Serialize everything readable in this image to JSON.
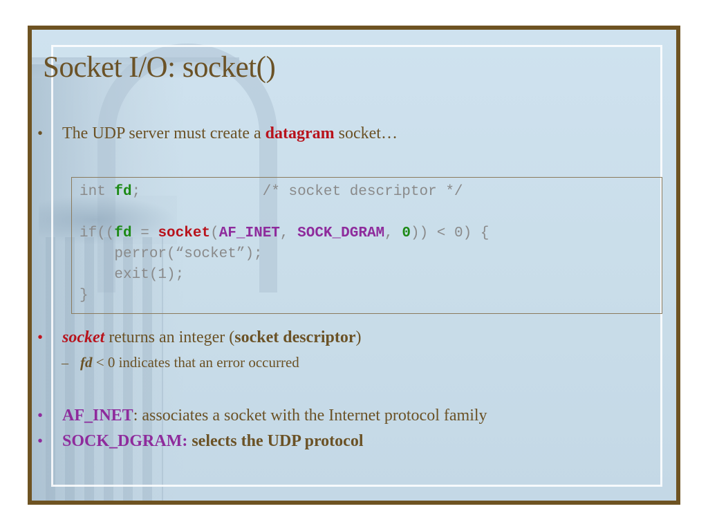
{
  "title": "Socket I/O: socket()",
  "colors": {
    "frame": "#6e5322",
    "title": "#6b5226",
    "red": "#b8131c",
    "purple": "#8e2b9c",
    "green": "#1d8a16",
    "code_gray": "#8a8a8a",
    "background": "#cfe2ef"
  },
  "bullet1": {
    "bullet": "•",
    "pre": "The UDP server must create a ",
    "emph": "datagram",
    "post": " socket…"
  },
  "code": {
    "line1": {
      "pre": "int ",
      "fd": "fd",
      "post": ";              /* socket descriptor */"
    },
    "line3": {
      "a": "if((",
      "fd": "fd",
      "b": " = ",
      "socket": "socket",
      "c": "(",
      "af": "AF_INET",
      "d": ", ",
      "sock": "SOCK_DGRAM",
      "e": ", ",
      "zero": "0",
      "f": ")) < 0) {"
    },
    "line4": "    perror(“socket”);",
    "line5": "    exit(1);",
    "line6": "}"
  },
  "bullet2": {
    "bullet": "•",
    "emph": "socket",
    "pre": " returns an integer (",
    "bold": "socket descriptor",
    "post": ")"
  },
  "bullet2_sub": {
    "dash": "–",
    "emph": "fd",
    "post": " < 0 indicates that an error occurred"
  },
  "bullet3": {
    "bullet": "•",
    "emph": "AF_INET",
    "post": ": associates a socket with the Internet protocol family"
  },
  "bullet4": {
    "bullet": "•",
    "emph": "SOCK_DGRAM:",
    "post": " selects the UDP protocol"
  }
}
